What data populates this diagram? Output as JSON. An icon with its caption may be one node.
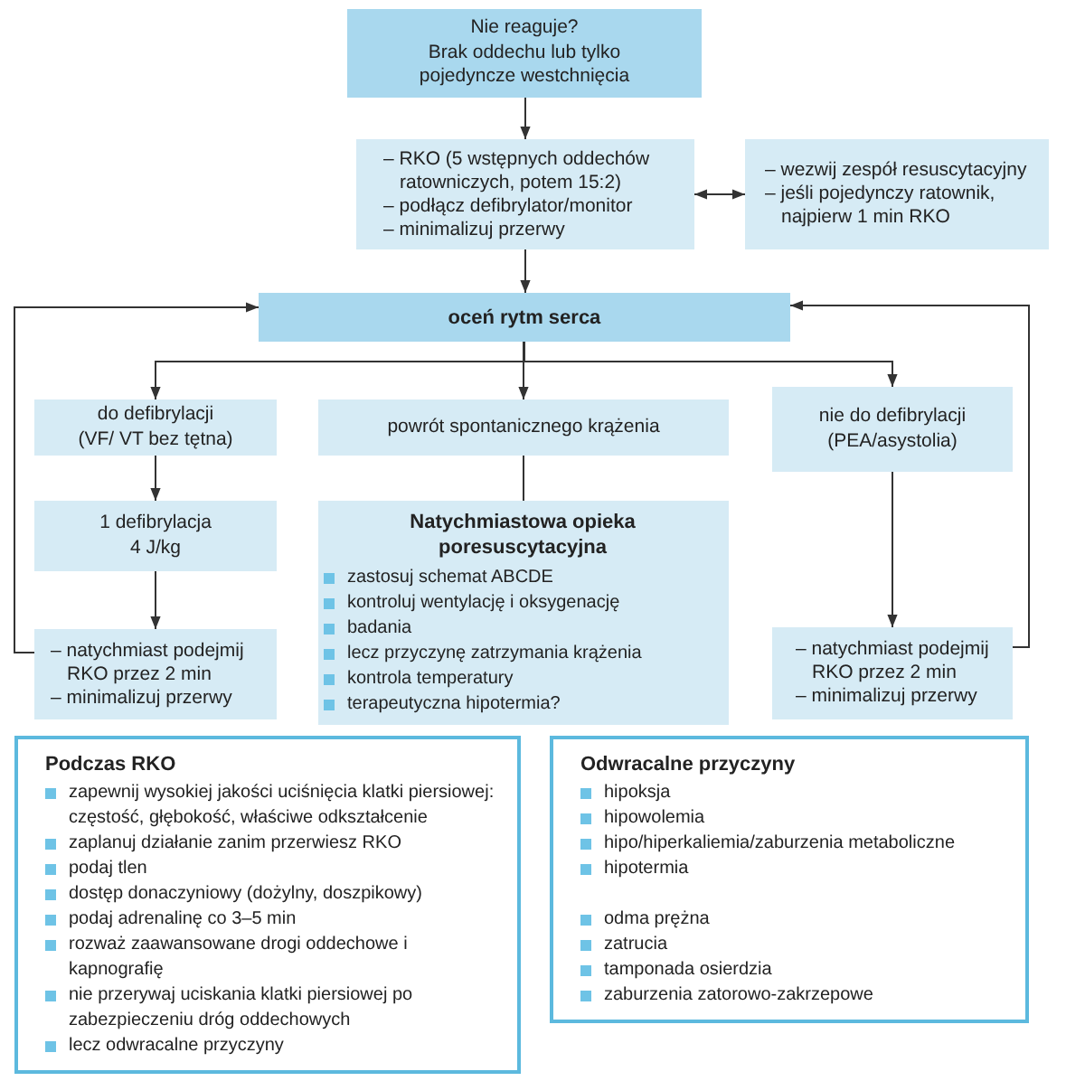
{
  "diagram": {
    "nodes": [
      {
        "text": [
          "Nie reaguje?",
          "Brak oddechu lub tylko pojedyncze westchnięcia"
        ]
      },
      {
        "text": [
          "– RKO (5 wstępnych oddechów ratowniczych, potem 15:2)",
          "– podłącz defibrylator/monitor",
          "– minimalizuj przerwy"
        ]
      },
      {
        "text": [
          "– wezwij zespół resuscytacyjny",
          "– jeśli pojedynczy ratownik, najpierw 1 min RKO"
        ]
      },
      {
        "text": [
          "oceń rytm serca"
        ]
      },
      {
        "text": [
          "do defibrylacji",
          "(VF/ VT bez tętna)"
        ]
      },
      {
        "text": [
          "powrót spontanicznego krążenia"
        ]
      },
      {
        "text": [
          "nie do defibrylacji",
          "(PEA/asystolia)"
        ]
      },
      {
        "text": [
          "1 defibrylacja",
          "4 J/kg"
        ]
      },
      {
        "text": [
          "Natychmiastowa opieka poresuscytacyjna",
          "zastosuj schemat ABCDE",
          "kontroluj wentylację i oksygenację",
          "badania",
          "lecz przyczynę zatrzymania krążenia",
          "kontrola temperatury",
          "terapeutyczna hipotermia?"
        ]
      },
      {
        "text": [
          "– natychmiast podejmij RKO przez 2 min",
          "– minimalizuj przerwy"
        ]
      },
      {
        "text": [
          "– natychmiast podejmij RKO przez 2 min",
          "– minimalizuj przerwy"
        ]
      },
      {
        "text": [
          "Podczas RKO",
          "zapewnij wysokiej jakości uciśnięcia klatki piersiowej: częstość, głębokość, właściwe odkształcenie",
          "zaplanuj działanie zanim przerwiesz RKO",
          "podaj tlen",
          "dostęp donaczyniowy (dożylny, doszpikowy)",
          "podaj adrenalinę co 3–5 min",
          "rozważ zaawansowane drogi oddechowe i kapnografię",
          "nie przerywaj uciskania klatki piersiowej po zabezpieczeniu dróg oddechowych",
          "lecz odwracalne przyczyny"
        ]
      },
      {
        "text": [
          "Odwracalne przyczyny",
          "hipoksja",
          "hipowolemia",
          "hipo/hiperkaliemia/zaburzenia metaboliczne",
          "hipotermia",
          "odma prężna",
          "zatrucia",
          "tamponada osierdzia",
          "zaburzenia zatorowo-zakrzepowe"
        ]
      }
    ],
    "edges": [
      {
        "from": 0,
        "to": 1,
        "arrow": "to"
      },
      {
        "from": 1,
        "to": 2,
        "arrow": "both"
      },
      {
        "from": 1,
        "to": 3,
        "arrow": "to"
      },
      {
        "from": 3,
        "to": 4,
        "arrow": "to"
      },
      {
        "from": 3,
        "to": 5,
        "arrow": "to"
      },
      {
        "from": 3,
        "to": 6,
        "arrow": "to"
      },
      {
        "from": 4,
        "to": 7,
        "arrow": "to"
      },
      {
        "from": 7,
        "to": 9,
        "arrow": "to"
      },
      {
        "from": 5,
        "to": 8,
        "arrow": "none"
      },
      {
        "from": 6,
        "to": 10,
        "arrow": "to"
      },
      {
        "from": 9,
        "to": 3,
        "arrow": "to"
      },
      {
        "from": 10,
        "to": 3,
        "arrow": "to"
      }
    ]
  }
}
